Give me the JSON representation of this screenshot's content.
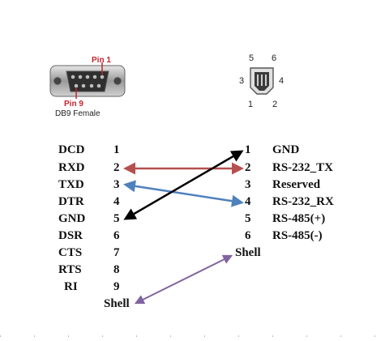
{
  "db9": {
    "pin1_label": "Pin 1",
    "pin9_label": "Pin 9",
    "caption": "DB9 Female"
  },
  "connector_labels": [
    "5",
    "6",
    "3",
    "4",
    "1",
    "2"
  ],
  "left": {
    "signals": [
      "DCD",
      "RXD",
      "TXD",
      "DTR",
      "GND",
      "DSR",
      "CTS",
      "RTS",
      "RI"
    ],
    "pins": [
      "1",
      "2",
      "3",
      "4",
      "5",
      "6",
      "7",
      "8",
      "9"
    ],
    "shell": "Shell"
  },
  "right": {
    "pins": [
      "1",
      "2",
      "3",
      "4",
      "5",
      "6"
    ],
    "signals": [
      "GND",
      "RS-232_TX",
      "Reserved",
      "RS-232_RX",
      "RS-485(+)",
      "RS-485(-)"
    ],
    "shell": "Shell"
  },
  "colors": {
    "rxd_tx_arrow": "#b5504f",
    "txd_rx_arrow": "#4f81bd",
    "gnd_arrow": "#000000",
    "shell_arrow": "#8064a2",
    "pin_label": "#c0262d"
  }
}
